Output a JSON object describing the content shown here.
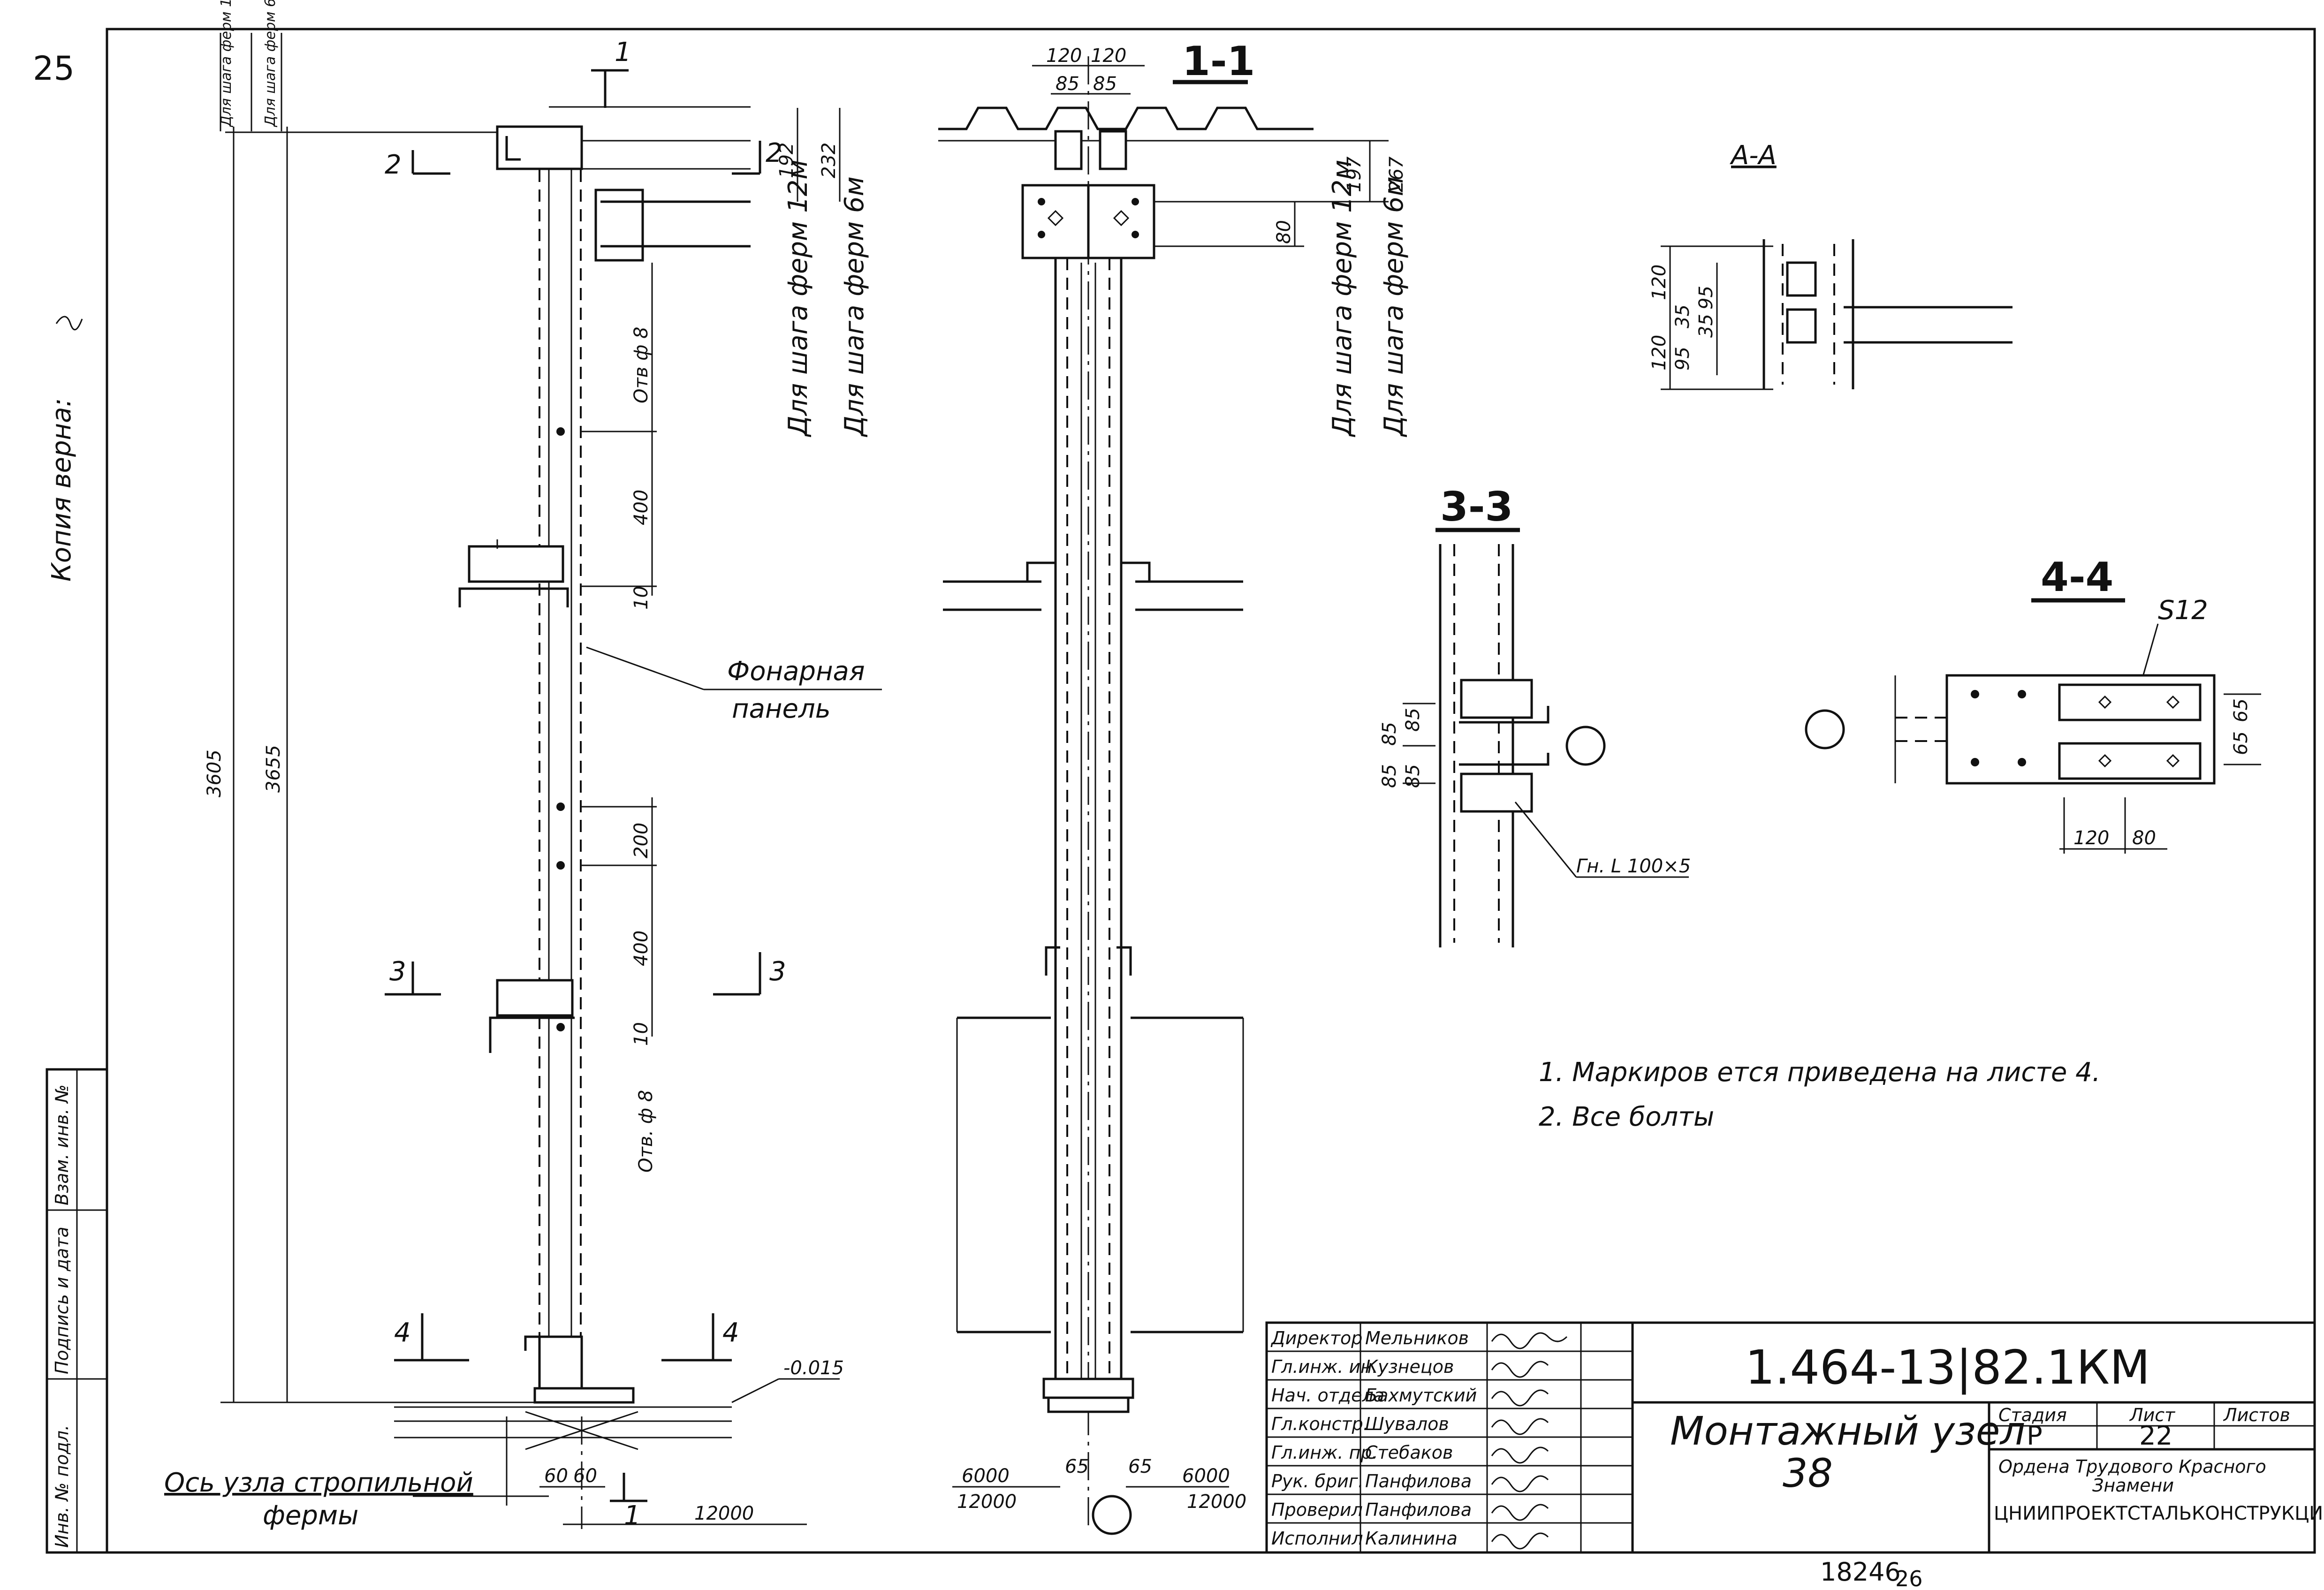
{
  "page_number": "25",
  "footer": {
    "doc_number": "18246",
    "page_index": "26"
  },
  "side_note": "Копия верна:",
  "margin_table": [
    "Инв. № подл.",
    "Подпись и дата",
    "Взам. инв. №"
  ],
  "sections": {
    "s11": "1-1",
    "s33": "3-3",
    "s44": "4-4",
    "sAA": "А-А",
    "cut1": "1",
    "cut2": "2",
    "cut3": "3",
    "cut4": "4"
  },
  "elevation_labels": {
    "step12_short": "Для шага ферм 12м",
    "step6_short": "Для шага ферм 6м",
    "hole_top": "Отв ф 8",
    "hole_bottom": "Отв. ф 8",
    "panel": "Фонарная панель",
    "level": "-0.015",
    "axis": "Ось узла стропильной фермы",
    "dims": [
      "192",
      "232",
      "400",
      "10",
      "200",
      "400",
      "10",
      "3605",
      "3655",
      "60",
      "60",
      "12000"
    ]
  },
  "section11_labels": {
    "step12": "Для шага ферм 12м",
    "step6": "Для шага ферм 6м",
    "dims": [
      "120",
      "120",
      "85",
      "85",
      "197",
      "267",
      "80",
      "6000",
      "12000",
      "65",
      "65",
      "6000",
      "12000"
    ]
  },
  "section33_labels": {
    "dims": [
      "85",
      "85",
      "85",
      "85"
    ],
    "angle": "Гн. L 100×5"
  },
  "section44_labels": {
    "plate": "S12",
    "dims": [
      "65",
      "65",
      "120",
      "80"
    ]
  },
  "sectionAA_labels": {
    "dims": [
      "120",
      "120",
      "95",
      "35",
      "35",
      "95"
    ]
  },
  "notes": [
    "1. Маркиров          ется приведена  на листе 4.",
    "2. Все  болты"
  ],
  "title_block": {
    "code": "1.464-13|82.1КМ",
    "title_line1": "Монтажный  узел",
    "title_line2": "38",
    "stage_header": "Стадия",
    "sheet_header": "Лист",
    "sheets_header": "Листов",
    "stage": "Р",
    "sheet": "22",
    "sheets": "",
    "org_line1": "Ордена Трудового Красного",
    "org_line2": "Знамени",
    "org_line3": "ЦНИИПРОЕКТСТАЛЬКОНСТРУКЦИЯ",
    "staff": [
      {
        "role": "Директор",
        "name": "Мельников"
      },
      {
        "role": "Гл.инж. ин.",
        "name": "Кузнецов"
      },
      {
        "role": "Нач. отдела",
        "name": "Бахмутский"
      },
      {
        "role": "Гл.констр.",
        "name": "Шувалов"
      },
      {
        "role": "Гл.инж. пр.",
        "name": "Стебаков"
      },
      {
        "role": "Рук. бриг.",
        "name": "Панфилова"
      },
      {
        "role": "Проверил",
        "name": "Панфилова"
      },
      {
        "role": "Исполнил",
        "name": "Калинина"
      }
    ]
  }
}
